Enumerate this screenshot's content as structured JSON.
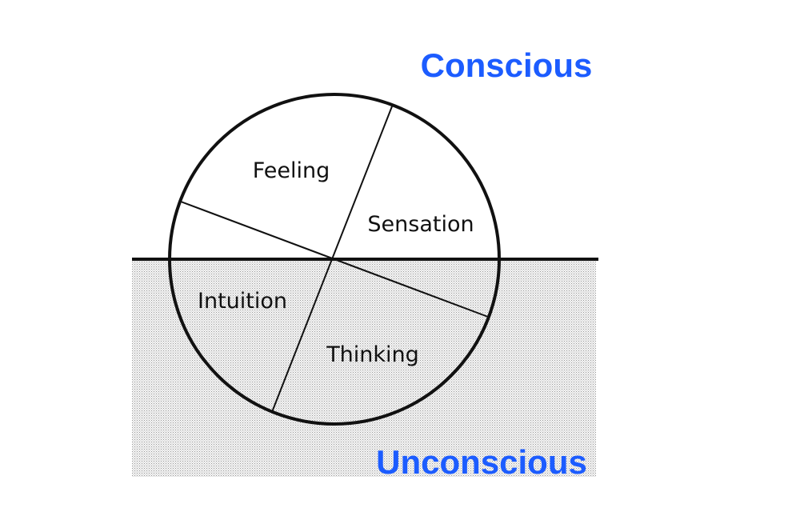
{
  "diagram": {
    "zones": {
      "conscious": "Conscious",
      "unconscious": "Unconscious"
    },
    "functions": {
      "feeling": "Feeling",
      "sensation": "Sensation",
      "intuition": "Intuition",
      "thinking": "Thinking"
    }
  },
  "colors": {
    "zone_label": "#1c5cff",
    "line": "#111111",
    "unconscious_fill": "#e9e9e9"
  }
}
